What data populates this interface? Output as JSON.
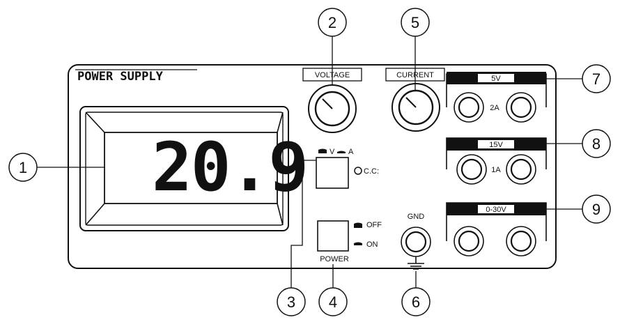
{
  "panel": {
    "title": "POWER SUPPLY",
    "display_value": "20.9"
  },
  "controls": {
    "voltage_label": "VOLTAGE",
    "current_label": "CURRENT",
    "switch_v": "V",
    "switch_a": "A",
    "cc_label": "C.C:",
    "off_label": "OFF",
    "on_label": "ON",
    "power_label": "POWER",
    "gnd_label": "GND"
  },
  "outputs": [
    {
      "label": "5V",
      "rating": "2A"
    },
    {
      "label": "15V",
      "rating": "1A"
    },
    {
      "label": "0-30V",
      "rating": ""
    }
  ],
  "callouts": [
    "1",
    "2",
    "3",
    "4",
    "5",
    "6",
    "7",
    "8",
    "9"
  ]
}
